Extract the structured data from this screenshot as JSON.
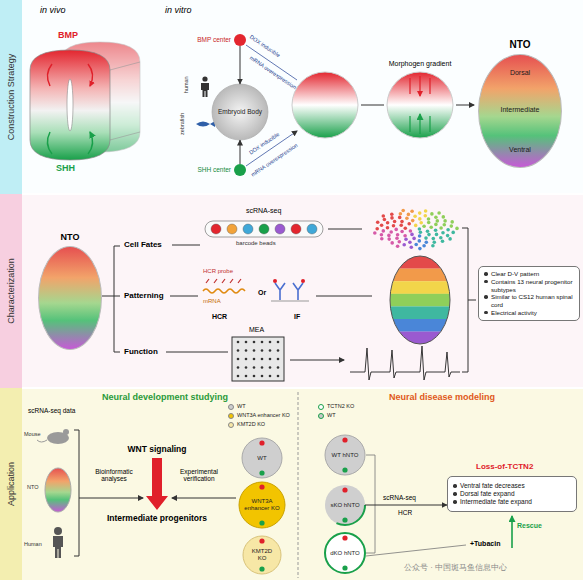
{
  "diagram": {
    "nodes": [
      {
        "text": [
          "Construction Strategy"
        ]
      },
      {
        "text": [
          "Characterization"
        ]
      },
      {
        "text": [
          "Application"
        ]
      },
      {
        "text": [
          "BMP center"
        ],
        "in": 0
      },
      {
        "text": [
          "Embryoid Body"
        ],
        "in": 0
      },
      {
        "text": [
          "SHH center"
        ],
        "in": 0
      },
      {
        "text": [
          "NTO",
          "Dorsal",
          "Intermediate",
          "Ventral"
        ],
        "in": 0
      },
      {
        "text": [
          "NTO"
        ],
        "in": 1
      },
      {
        "text": [
          "Clear D-V pattern",
          "Contains 13 neural progenitor subtypes",
          "Similar to CS12 human spinal cord",
          "Electrical activity"
        ],
        "in": 1
      },
      {
        "text": [
          "WT"
        ],
        "in": 2
      },
      {
        "text": [
          "WNT3A enhancer KO"
        ],
        "in": 2
      },
      {
        "text": [
          "KMT2D KO"
        ],
        "in": 2
      },
      {
        "text": [
          "WT hNTO"
        ],
        "in": 2
      },
      {
        "text": [
          "sKO hNTO"
        ],
        "in": 2
      },
      {
        "text": [
          "dKO hNTO"
        ],
        "in": 2
      },
      {
        "text": [
          "Ventral fate decreases",
          "Dorsal fate expand",
          "Intermediate fate expand"
        ],
        "in": 2
      }
    ],
    "edges": [
      {
        "from": 3,
        "to": 4,
        "arrow": "to"
      },
      {
        "from": 5,
        "to": 4,
        "arrow": "to"
      },
      {
        "from": 13,
        "to": 15,
        "arrow": "to"
      }
    ],
    "labels": [
      "in vivo",
      "BMP",
      "SHH",
      "in vitro",
      "human",
      "zebrafish",
      "DOX inducible",
      "mRNA overexpression",
      "DOX inducible",
      "mRNA overexpression",
      "Morphogen gradient",
      "Cell Fates",
      "Patterning",
      "Function",
      "scRNA-seq",
      "barcode beads",
      "HCR probe",
      "mRNA",
      "HCR",
      "Or",
      "IF",
      "MEA",
      "Neural development studying",
      "Neural disease modeling",
      "scRNA-seq data",
      "Mouse",
      "NTO",
      "Human",
      "Bioinformatic analyses",
      "WNT signaling",
      "Experimental verification",
      "Intermediate progenitors",
      "scRNA-seq",
      "HCR",
      "Loss-of-TCTN2",
      "Rescue",
      "+Tubacin",
      "公众号 · 中国斑马鱼信息中心"
    ],
    "legend": [
      {
        "text": "WT",
        "color": "#cfcfcf"
      },
      {
        "text": "WNT3A enhancer KO",
        "color": "#f2c400"
      },
      {
        "text": "KMT2D KO",
        "color": "#f7e7a6"
      },
      {
        "text": "TCTN2 KO"
      },
      {
        "text": "WT"
      }
    ]
  }
}
